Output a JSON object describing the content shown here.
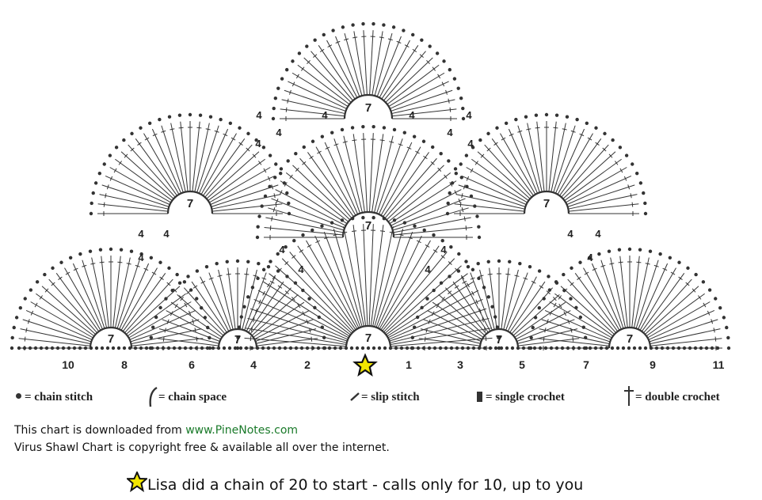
{
  "row_numbers": {
    "left": [
      "10",
      "8",
      "6",
      "4",
      "2"
    ],
    "right": [
      "1",
      "3",
      "5",
      "7",
      "9",
      "11"
    ]
  },
  "fan_numbers": [
    "7",
    "4"
  ],
  "legend": {
    "chain_stitch": "= chain stitch",
    "chain_space": "= chain space",
    "slip_stitch": "= slip stitch",
    "single_crochet": "= single crochet",
    "double_crochet": "= double crochet"
  },
  "notes": {
    "line1_prefix": "This chart is downloaded from ",
    "line1_link": "www.PineNotes.com",
    "line2": "Virus Shawl Chart is copyright free & available all over the internet."
  },
  "bottom_note": "Lisa did a chain of 20 to start - calls only for 10, up to you",
  "colors": {
    "ink": "#333333",
    "link": "#1a7a2a",
    "star_fill": "#f2e600",
    "star_stroke": "#111111"
  }
}
